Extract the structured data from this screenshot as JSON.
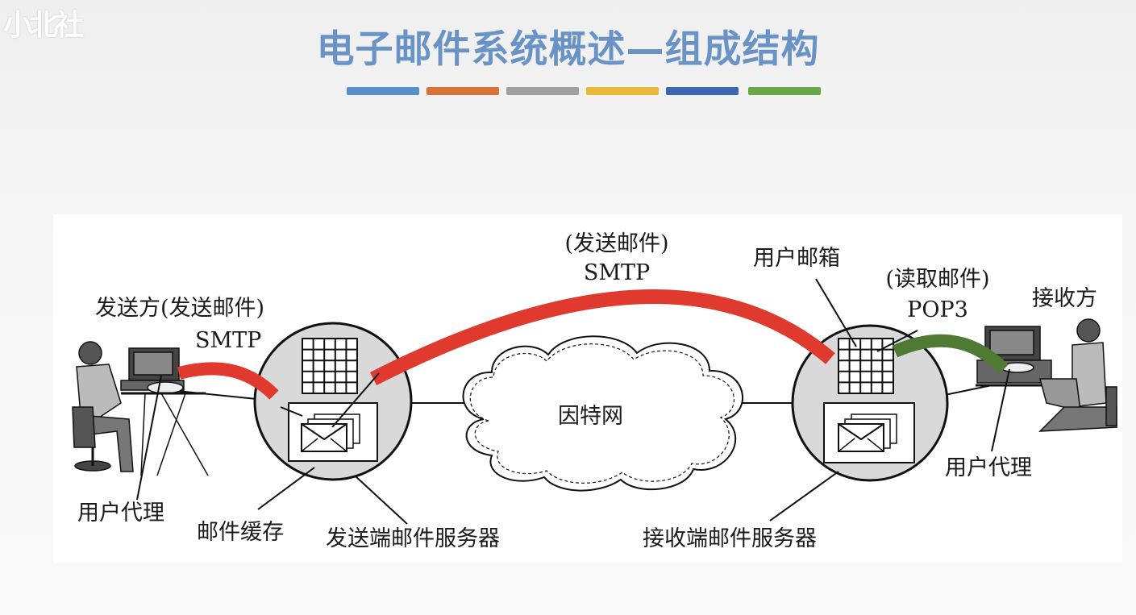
{
  "watermark": "小北社",
  "title": "电子邮件系统概述—组成结构",
  "title_color": "#6a93c5",
  "color_bar_colors": [
    "#5b8fc9",
    "#d8733a",
    "#a0a0a0",
    "#e8b93c",
    "#3f67b0",
    "#6aa54a"
  ],
  "diagram": {
    "sender": "发送方(发送邮件)",
    "sender_protocol": "SMTP",
    "user_agent_left": "用户代理",
    "mail_cache": "邮件缓存",
    "send_server": "发送端邮件服务器",
    "internet": "因特网",
    "relay_action": "(发送邮件)",
    "relay_protocol": "SMTP",
    "user_mailbox": "用户邮箱",
    "read_action": "(读取邮件)",
    "read_protocol": "POP3",
    "receiver": "接收方",
    "user_agent_right": "用户代理",
    "recv_server": "接收端邮件服务器",
    "smtp_path_color": "#e03a2f",
    "pop3_path_color": "#4f7a33"
  }
}
